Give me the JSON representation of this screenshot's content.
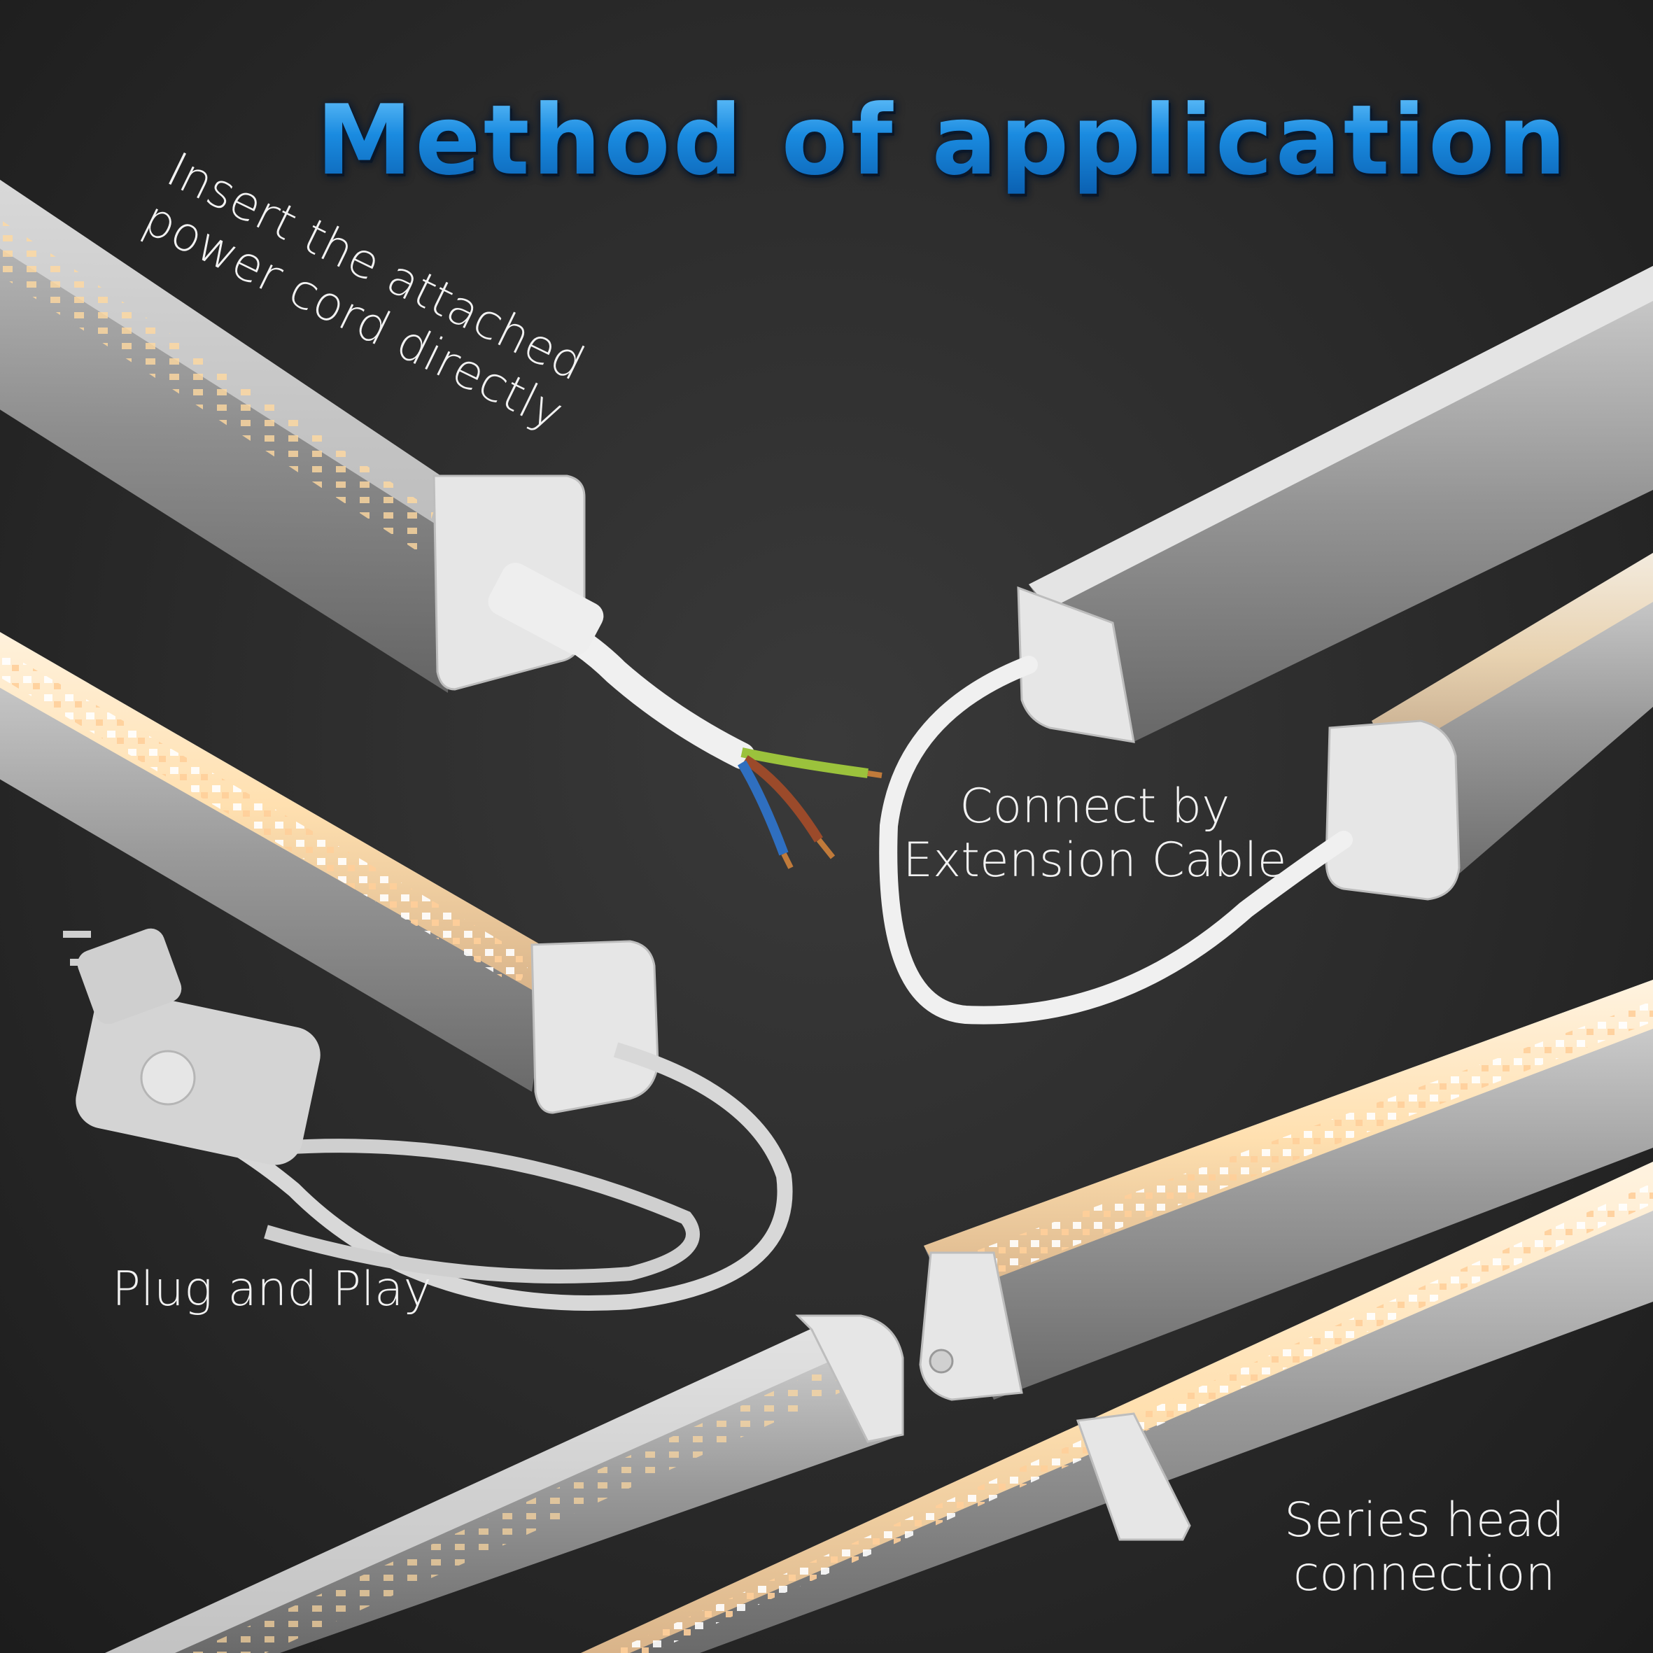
{
  "title": "Method of application",
  "labels": {
    "insert_line1": "Insert the attached",
    "insert_line2": "power cord directly",
    "connect_line1": "Connect by",
    "connect_line2": "Extension Cable",
    "plug": "Plug and Play",
    "series_line1": "Series head",
    "series_line2": "connection"
  },
  "colors": {
    "title": "#1e8fe0",
    "background": "#2a2a2a",
    "text": "#f2f2f2"
  }
}
